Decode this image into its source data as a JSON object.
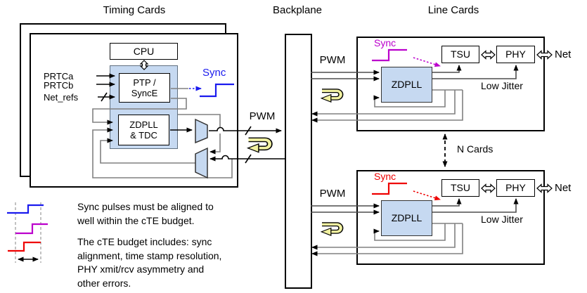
{
  "diagram": {
    "headers": {
      "timing_cards": "Timing Cards",
      "backplane": "Backplane",
      "line_cards": "Line Cards"
    },
    "timing_card": {
      "cpu_label": "CPU",
      "ptp_label": "PTP /\nSyncE",
      "zdpll_label": "ZDPLL\n& TDC",
      "input_prtca": "PRTCa",
      "input_prtcb": "PRTCb",
      "input_net_refs": "Net_refs",
      "sync_label": "Sync",
      "pwm_label": "PWM"
    },
    "line_card_top": {
      "sync_label": "Sync",
      "pwm_label": "PWM",
      "zdpll_label": "ZDPLL",
      "tsu_label": "TSU",
      "phy_label": "PHY",
      "net_label": "Net",
      "low_jitter_label": "Low Jitter"
    },
    "line_card_bottom": {
      "sync_label": "Sync",
      "pwm_label": "PWM",
      "zdpll_label": "ZDPLL",
      "tsu_label": "TSU",
      "phy_label": "PHY",
      "net_label": "Net",
      "low_jitter_label": "Low Jitter"
    },
    "n_cards_label": "N Cards",
    "notes": {
      "para1": "Sync pulses must be aligned to\nwell within the cTE budget.",
      "para2": "The cTE budget includes: sync\nalignment, time stamp resolution,\nPHY xmit/rcv asymmetry and\nother errors."
    },
    "colors": {
      "module_fill": "#C6D9F1",
      "uturn_yellow": "#F1F1A0",
      "sync_blue": "#1A1AEE",
      "sync_purple": "#BB00CC",
      "sync_red": "#EE0000",
      "wire_gray": "#808080"
    }
  }
}
